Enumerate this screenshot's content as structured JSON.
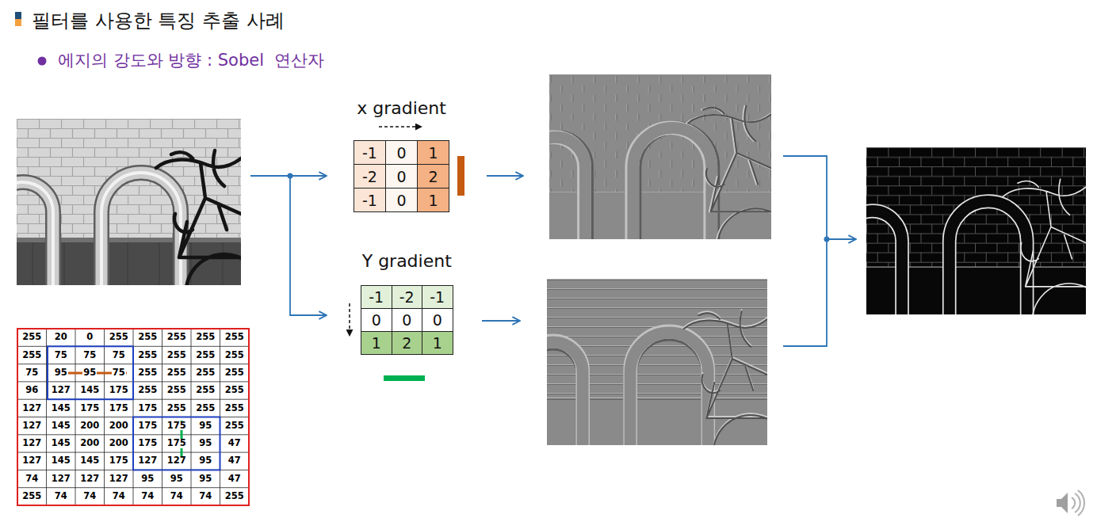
{
  "diagram": {
    "title": "필터를 사용한 특징 추출 사례",
    "nodes": [
      {
        "text": [
          "x gradient",
          "-1",
          "0",
          "1",
          "-2",
          "0",
          "2",
          "-1",
          "0",
          "1"
        ]
      },
      {
        "text": [
          "Y gradient",
          "-1",
          "-2",
          "-1",
          "0",
          "0",
          "0",
          "1",
          "2",
          "1"
        ]
      }
    ],
    "labels": [
      "에지의 강도와 방향 : Sobel  연산자",
      "255",
      "20",
      "0",
      "255",
      "255",
      "255",
      "255",
      "255",
      "255",
      "75",
      "75",
      "75",
      "255",
      "255",
      "255",
      "255",
      "75",
      "95",
      "95",
      "75",
      "255",
      "255",
      "255",
      "255",
      "96",
      "127",
      "145",
      "175",
      "255",
      "255",
      "255",
      "255",
      "127",
      "145",
      "175",
      "175",
      "175",
      "255",
      "255",
      "255",
      "127",
      "145",
      "200",
      "200",
      "175",
      "175",
      "95",
      "255",
      "127",
      "145",
      "200",
      "200",
      "175",
      "175",
      "95",
      "47",
      "127",
      "145",
      "145",
      "175",
      "127",
      "127",
      "95",
      "47",
      "74",
      "127",
      "127",
      "127",
      "95",
      "95",
      "95",
      "47",
      "255",
      "74",
      "74",
      "74",
      "74",
      "74",
      "74",
      "255"
    ]
  }
}
